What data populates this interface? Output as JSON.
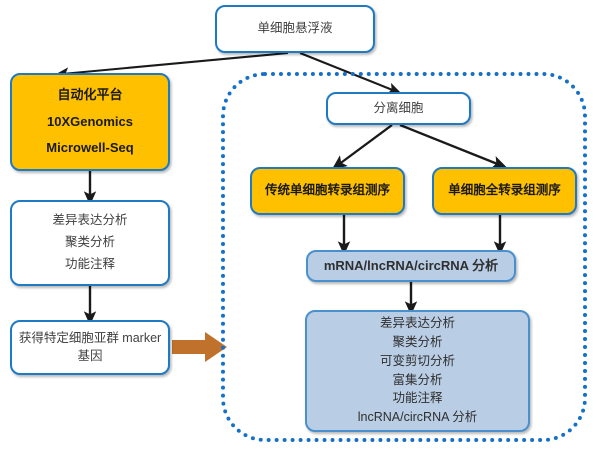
{
  "diagram": {
    "title_box": {
      "text": "单细胞悬浮液"
    },
    "left_branch": {
      "platform": {
        "line1": "自动化平台",
        "line2": "10XGenomics",
        "line3": "Microwell-Seq"
      },
      "analysis": {
        "line1": "差异表达分析",
        "line2": "聚类分析",
        "line3": "功能注释"
      },
      "marker": {
        "line1": "获得特定细胞亚群 marker",
        "line2": "基因"
      }
    },
    "right_branch": {
      "isolate": {
        "text": "分离细胞"
      },
      "seq_traditional": {
        "text": "传统单细胞转录组测序"
      },
      "seq_full": {
        "text": "单细胞全转录组测序"
      },
      "rna_analysis": {
        "text": "mRNA/lncRNA/circRNA 分析"
      },
      "downstream": {
        "line1": "差异表达分析",
        "line2": "聚类分析",
        "line3": "可变剪切分析",
        "line4": "富集分析",
        "line5": "功能注释",
        "line6": "lncRNA/circRNA 分析"
      }
    },
    "colors": {
      "orange_fill": "#FFC000",
      "blue_fill": "#B9CDE5",
      "border_blue": "#1F7AC4",
      "dotted_blue": "#1470C8",
      "arrow_black": "#1A1A1A",
      "arrow_brown": "#C0712B"
    }
  }
}
